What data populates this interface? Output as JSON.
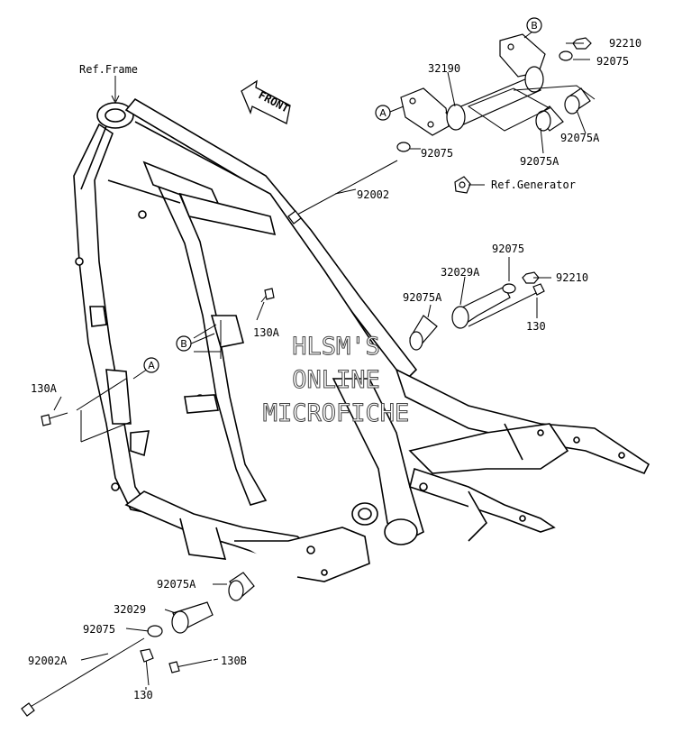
{
  "labels": {
    "ref_frame": "Ref.Frame",
    "p32190": "32190",
    "p92210_top": "92210",
    "p92075_top": "92075",
    "p92075_mid": "92075",
    "p92075A_a": "92075A",
    "p92075A_b": "92075A",
    "ref_generator": "Ref.Generator",
    "p92002": "92002",
    "p92075_r": "92075",
    "p32029A": "32029A",
    "p92210_r": "92210",
    "p92075A_r": "92075A",
    "p130_r": "130",
    "p130A_mid": "130A",
    "p130A_left": "130A",
    "p92075A_low": "92075A",
    "p32029": "32029",
    "p92075_low": "92075",
    "p92002A": "92002A",
    "p130B": "130B",
    "p130_low": "130"
  },
  "callouts": {
    "a_top": "A",
    "b_top": "B",
    "a_left": "A",
    "b_left": "B"
  },
  "front_arrow": "FRONT",
  "watermark": {
    "line1": "HLSM'S",
    "line2": "ONLINE",
    "line3": "MICROFICHE"
  }
}
